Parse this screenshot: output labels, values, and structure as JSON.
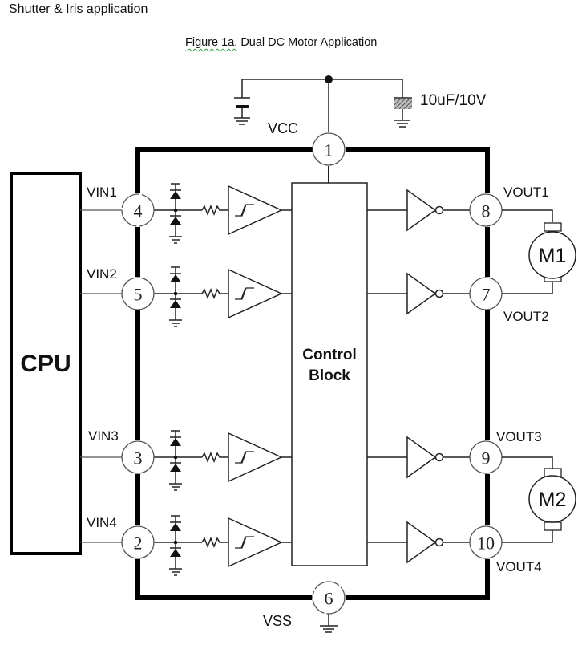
{
  "page": {
    "title": "Shutter & Iris application",
    "caption_ref": "Figure 1a.",
    "caption_text": " Dual DC Motor Application"
  },
  "diagram": {
    "cpu_label": "CPU",
    "control_block_line1": "Control",
    "control_block_line2": "Block",
    "capacitor_label": "10uF/10V",
    "supply_label": "VCC",
    "ground_label": "VSS",
    "pins": {
      "vcc": {
        "number": "1",
        "name": "VCC"
      },
      "vin1": {
        "number": "4",
        "name": "VIN1"
      },
      "vin2": {
        "number": "5",
        "name": "VIN2"
      },
      "vin3": {
        "number": "3",
        "name": "VIN3"
      },
      "vin4": {
        "number": "2",
        "name": "VIN4"
      },
      "vout1": {
        "number": "8",
        "name": "VOUT1"
      },
      "vout2": {
        "number": "7",
        "name": "VOUT2"
      },
      "vout3": {
        "number": "9",
        "name": "VOUT3"
      },
      "vout4": {
        "number": "10",
        "name": "VOUT4"
      },
      "vss": {
        "number": "6",
        "name": "VSS"
      }
    },
    "motors": [
      {
        "label": "M1"
      },
      {
        "label": "M2"
      }
    ]
  }
}
